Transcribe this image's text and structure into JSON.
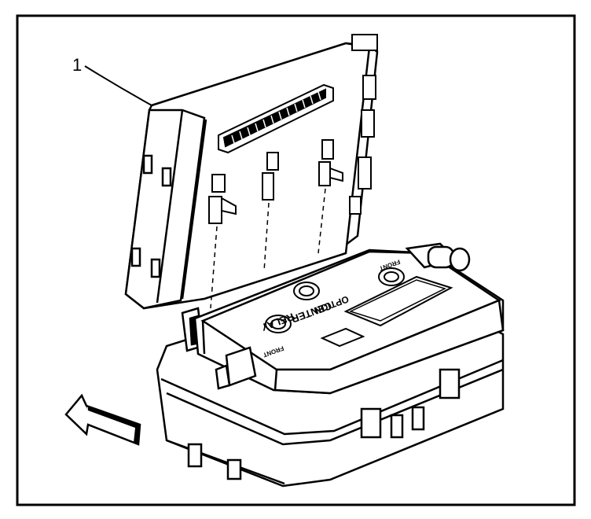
{
  "figure": {
    "callout_number": "1",
    "relay_center_label_line1": "RELAY",
    "relay_center_label_line2": "CENTER",
    "side_label": "OPTION",
    "corner_label_left": "FRONT",
    "corner_label_right": "FRONT",
    "direction_arrow_icon": "arrow-left-forward-icon"
  }
}
